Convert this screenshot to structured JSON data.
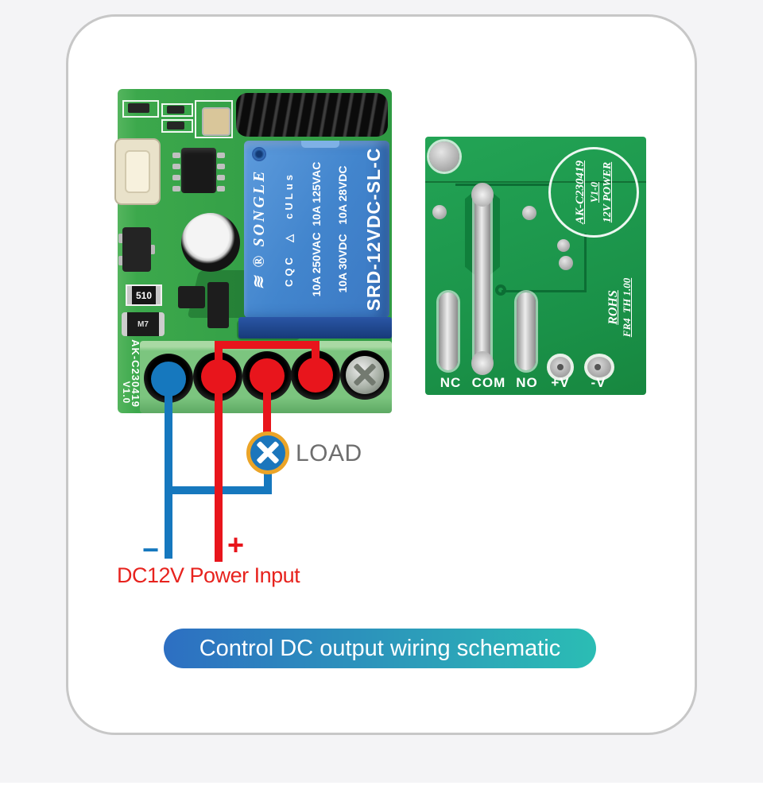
{
  "banner": {
    "label": "Control DC output wiring schematic"
  },
  "wiring": {
    "load_label": "LOAD",
    "power_label": "DC12V Power Input",
    "plus": "+",
    "minus": "−"
  },
  "left_board": {
    "code": "AK-C230419",
    "version": "V1.0",
    "resistor_label": "510",
    "diode_label": "M7",
    "relay": {
      "brand_logo": "≋",
      "brand_reg": "®",
      "brand": "SONGLE",
      "certs": "CQC  △  cULus",
      "ratings_line1": "10A 250VAC  10A 125VAC",
      "ratings_line2": "10A 30VDC   10A 28VDC",
      "model": "SRD-12VDC-SL-C"
    }
  },
  "right_board": {
    "code": "AK-C230419",
    "version": "V1-0",
    "power": "12V POWER",
    "rohs": "ROHS",
    "material": "FR4_TH 1.00",
    "terminals": [
      "NC",
      "COM",
      "NO",
      "+V",
      "-V"
    ]
  },
  "icons": {
    "load_icon": "crossed-circle-lamp"
  },
  "colors": {
    "page_bg": "#f4f4f6",
    "wire_red": "#e8151c",
    "wire_blue": "#1678be",
    "load_ring": "#eba427",
    "load_fill": "#1b76bc",
    "label_gray": "#6e6e6e",
    "label_red": "#e7231e",
    "banner_left": "#2d6fc2",
    "banner_right": "#2bbdb4",
    "pcb_left_green": "#37a24a",
    "pcb_right_green": "#1d9b4e",
    "relay_blue": "#4285cd",
    "terminal_block_green": "#7cc57f"
  }
}
